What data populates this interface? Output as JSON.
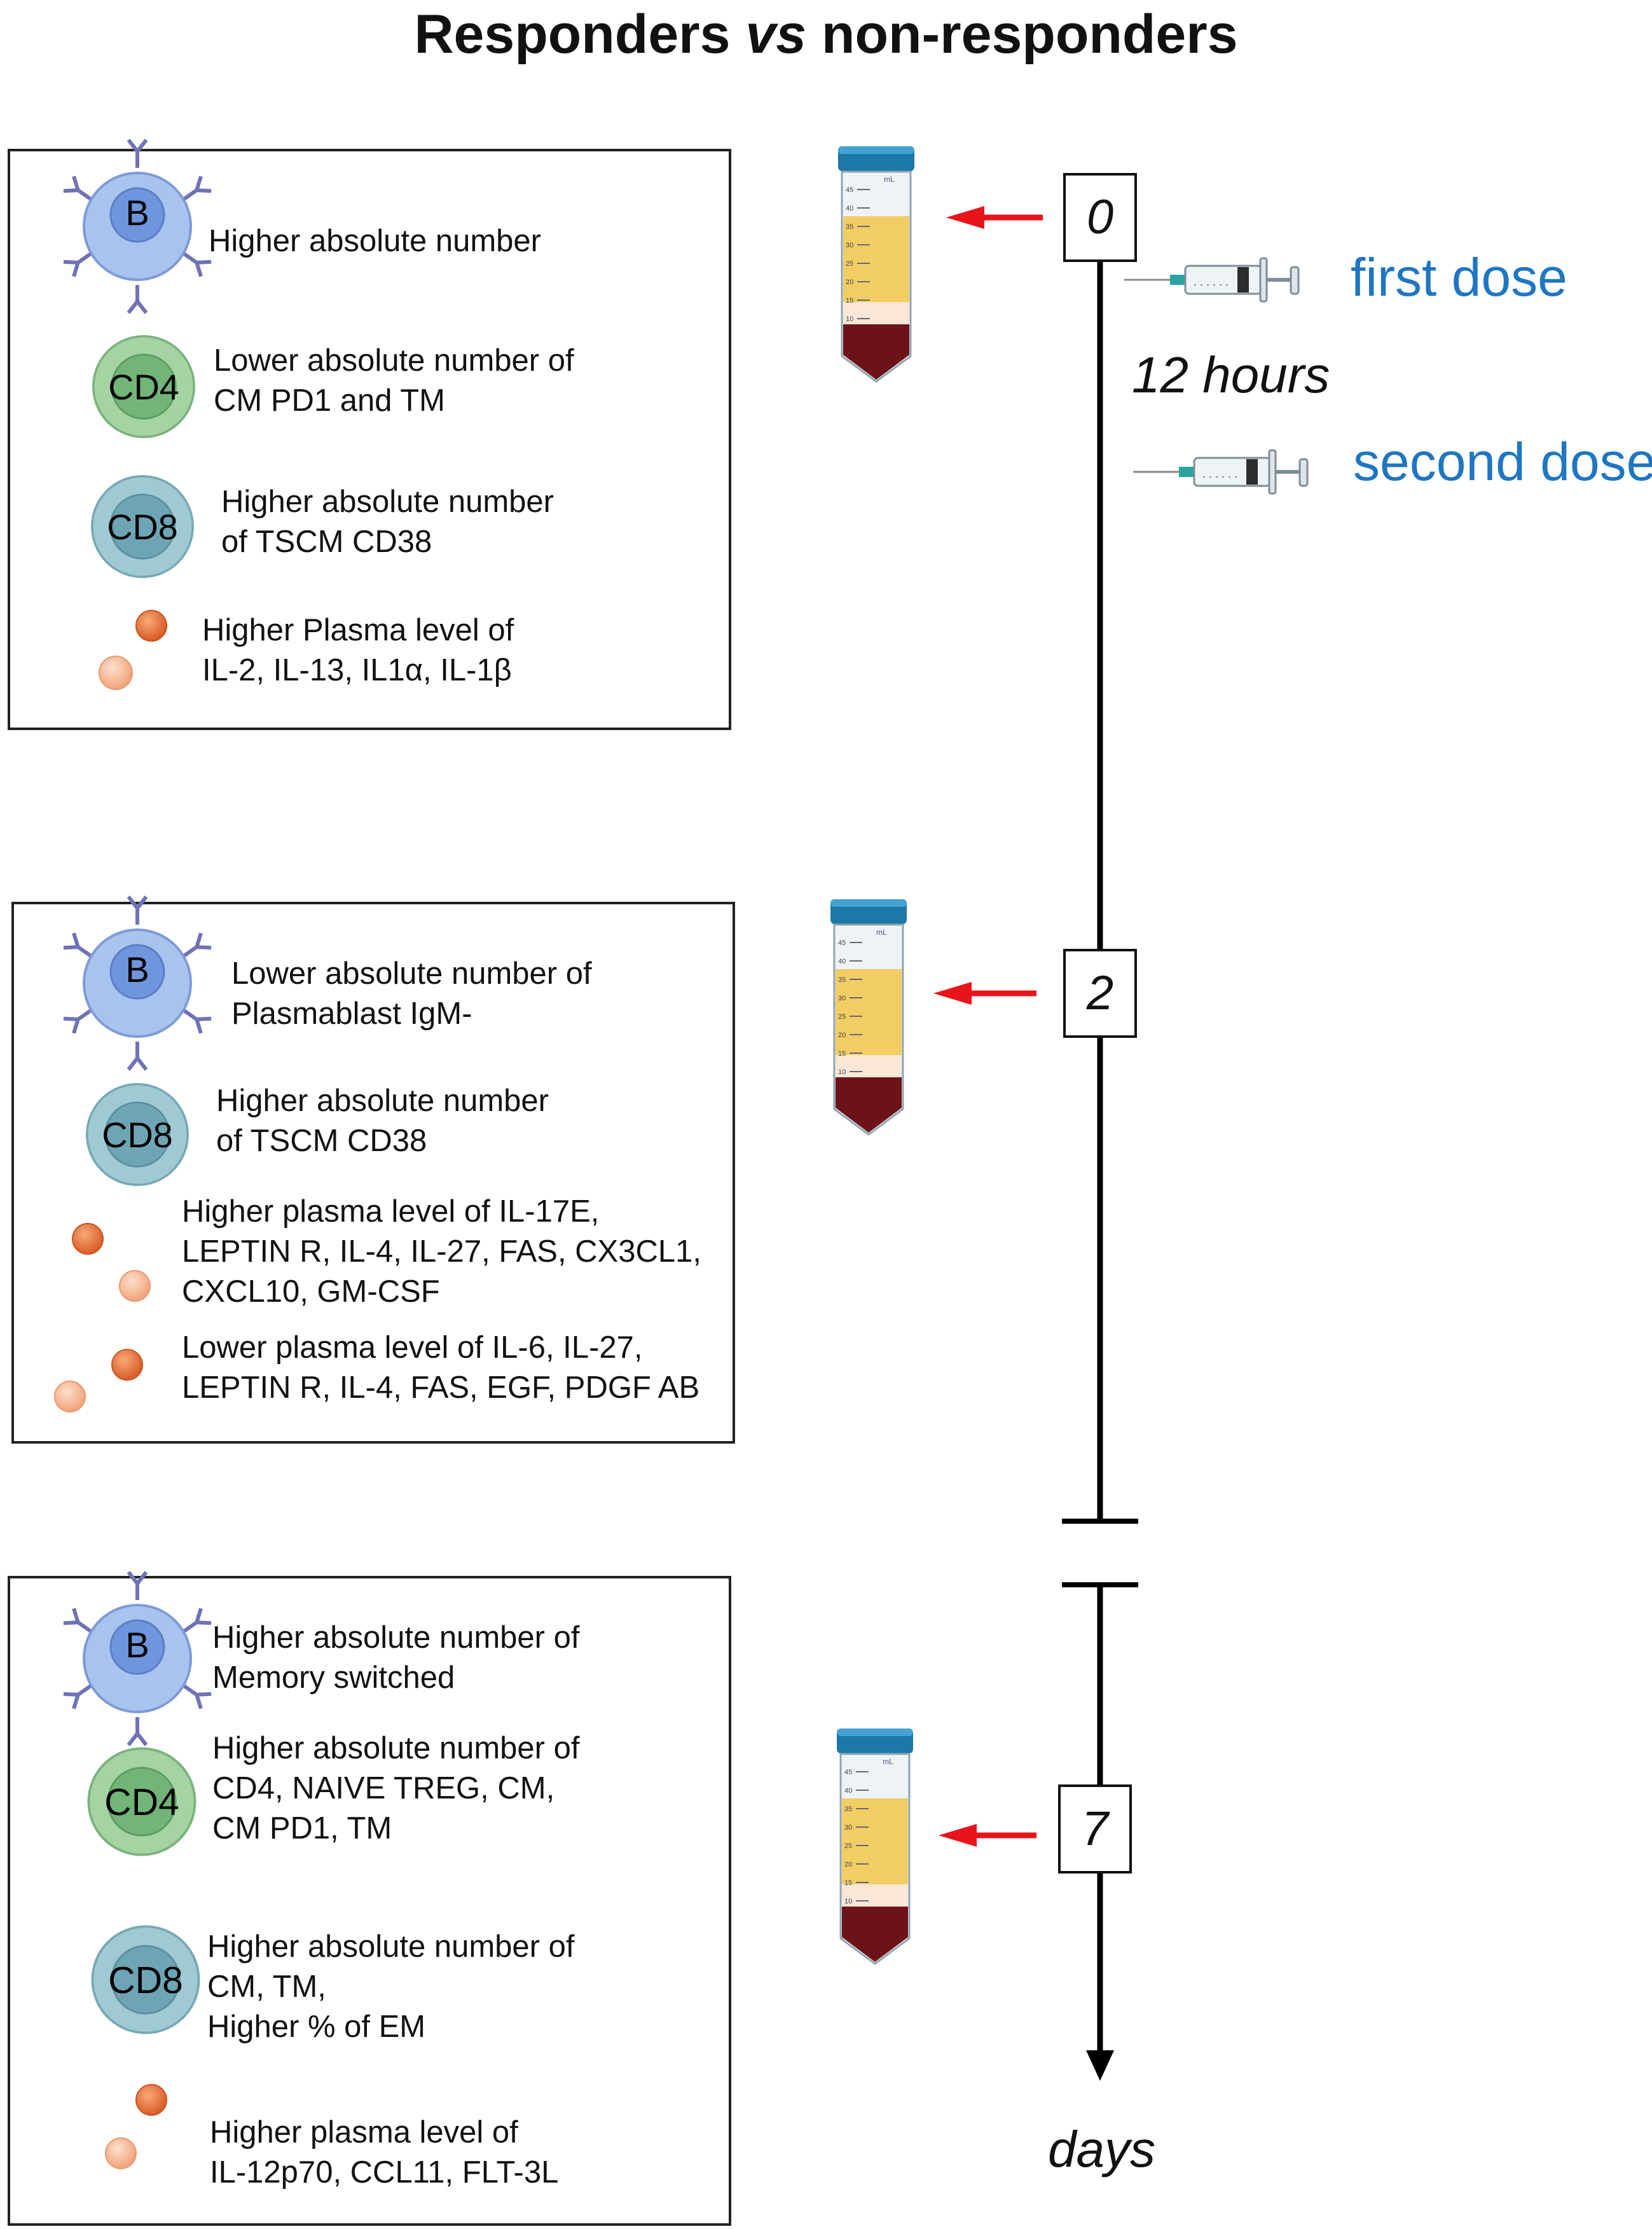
{
  "title": {
    "part1": "Responders ",
    "vs": "vs",
    "part2": " non-responders"
  },
  "timeline": {
    "days": [
      {
        "label": "0"
      },
      {
        "label": "2"
      },
      {
        "label": "7"
      }
    ],
    "interval_label": "12 hours",
    "axis_label": "days",
    "doses": [
      {
        "label": "first dose"
      },
      {
        "label": "second dose"
      }
    ]
  },
  "cells": {
    "b": "B",
    "cd4": "CD4",
    "cd8": "CD8"
  },
  "tube": {
    "unit": "mL",
    "ticks": [
      "45",
      "40",
      "35",
      "30",
      "25",
      "20",
      "15",
      "10"
    ]
  },
  "panels": [
    {
      "items": [
        {
          "icon": "b-cell",
          "text": "Higher absolute number"
        },
        {
          "icon": "cd4-cell",
          "text": "Lower absolute number of\nCM PD1 and TM"
        },
        {
          "icon": "cd8-cell",
          "text": "Higher absolute number\nof TSCM CD38"
        },
        {
          "icon": "cytokine",
          "text": "Higher Plasma level of\nIL-2, IL-13, IL1α, IL-1β"
        }
      ]
    },
    {
      "items": [
        {
          "icon": "b-cell",
          "text": "Lower absolute number of\nPlasmablast IgM-"
        },
        {
          "icon": "cd8-cell",
          "text": "Higher absolute number\nof TSCM CD38"
        },
        {
          "icon": "cytokine",
          "text": "Higher plasma level of IL-17E,\nLEPTIN R, IL-4, IL-27, FAS, CX3CL1,\nCXCL10, GM-CSF"
        },
        {
          "icon": "cytokine",
          "text": "Lower  plasma level of IL-6, IL-27,\nLEPTIN R, IL-4, FAS, EGF, PDGF AB"
        }
      ]
    },
    {
      "items": [
        {
          "icon": "b-cell",
          "text": "Higher absolute number of\nMemory switched"
        },
        {
          "icon": "cd4-cell",
          "text": "Higher absolute number of\nCD4, NAIVE TREG, CM,\nCM PD1, TM"
        },
        {
          "icon": "cd8-cell",
          "text": "Higher absolute number of\nCM, TM,\nHigher % of EM"
        },
        {
          "icon": "cytokine",
          "text": "Higher plasma level of\nIL-12p70, CCL11, FLT-3L"
        }
      ]
    }
  ],
  "colors": {
    "arrow": "#e8141b",
    "dose_text": "#1f76c2",
    "b_outer": "#a9c3ef",
    "b_inner": "#6f95dc",
    "cd4_outer": "#a5d3a3",
    "cd4_inner": "#72b577",
    "cd8_outer": "#9fcad3",
    "cd8_inner": "#6ea5b5",
    "cytokine_dark": "#ec7d45",
    "cytokine_light": "#f6b48f",
    "tube_cap": "#1b78a8",
    "plasma": "#f2cd63",
    "blood": "#6b1318"
  }
}
